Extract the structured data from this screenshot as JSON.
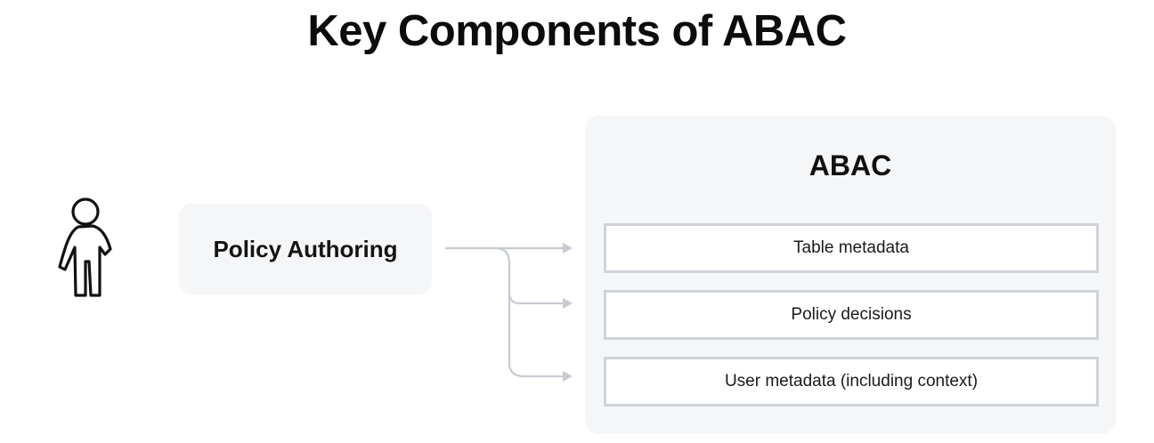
{
  "diagram": {
    "title": "Key Components of ABAC",
    "actor": {
      "icon": "person-icon"
    },
    "policy_authoring": {
      "label": "Policy Authoring"
    },
    "abac": {
      "title": "ABAC",
      "components": [
        {
          "label": "Table metadata"
        },
        {
          "label": "Policy decisions"
        },
        {
          "label": "User metadata (including context)"
        }
      ]
    },
    "colors": {
      "box_fill": "#f5f6f8",
      "component_border": "#cfd3d9",
      "connector": "#c7ccd3",
      "text": "#111111"
    }
  }
}
